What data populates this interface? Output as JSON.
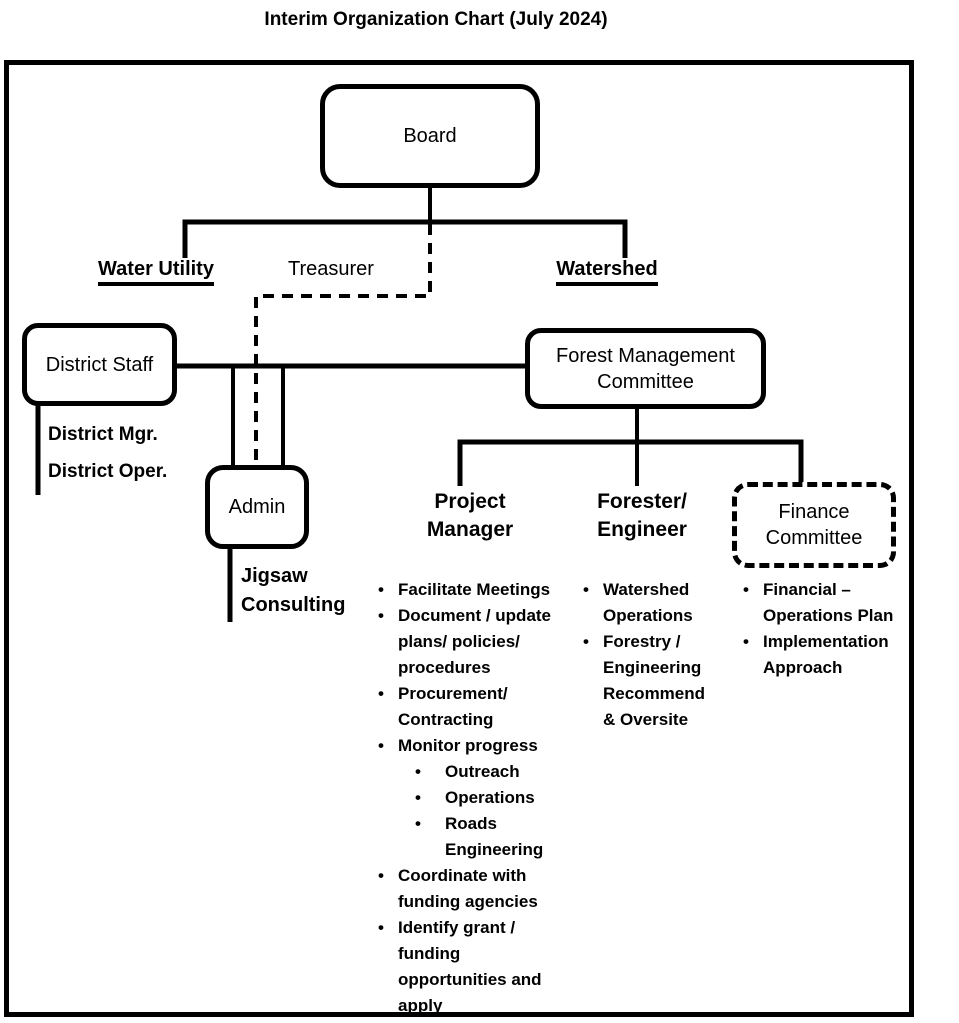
{
  "title": "Interim Organization Chart (July 2024)",
  "colors": {
    "line": "#000000",
    "background": "#ffffff",
    "box_fill": "#ffffff"
  },
  "nodes": {
    "board": "Board",
    "district_staff": "District Staff",
    "admin": "Admin",
    "forest_management_committee": "Forest Management\nCommittee",
    "finance_committee": "Finance\nCommittee"
  },
  "branch_labels": {
    "water_utility": "Water Utility",
    "treasurer": "Treasurer",
    "watershed": "Watershed"
  },
  "district_staff_roles": [
    "District Mgr.",
    "District Oper."
  ],
  "admin_note": "Jigsaw\nConsulting",
  "columns": {
    "project_manager": {
      "header": "Project\nManager",
      "duties": [
        {
          "text": "Facilitate Meetings",
          "level": 1
        },
        {
          "text": "Document / update plans/ policies/ procedures",
          "level": 1
        },
        {
          "text": "Procurement/ Contracting",
          "level": 1
        },
        {
          "text": "Monitor progress",
          "level": 1
        },
        {
          "text": "Outreach",
          "level": 2
        },
        {
          "text": "Operations",
          "level": 2
        },
        {
          "text": "Roads Engineering",
          "level": 2
        },
        {
          "text": "Coordinate with funding agencies",
          "level": 1
        },
        {
          "text": "Identify grant / funding opportunities and apply",
          "level": 1
        }
      ]
    },
    "forester_engineer": {
      "header": "Forester/\nEngineer",
      "duties": [
        {
          "text": "Watershed Operations",
          "level": 1
        },
        {
          "text": "Forestry / Engineering Recommend & Oversite",
          "level": 1
        }
      ]
    },
    "finance_committee": {
      "duties": [
        {
          "text": "Financial – Operations Plan",
          "level": 1
        },
        {
          "text": "Implementation Approach",
          "level": 1
        }
      ]
    }
  }
}
